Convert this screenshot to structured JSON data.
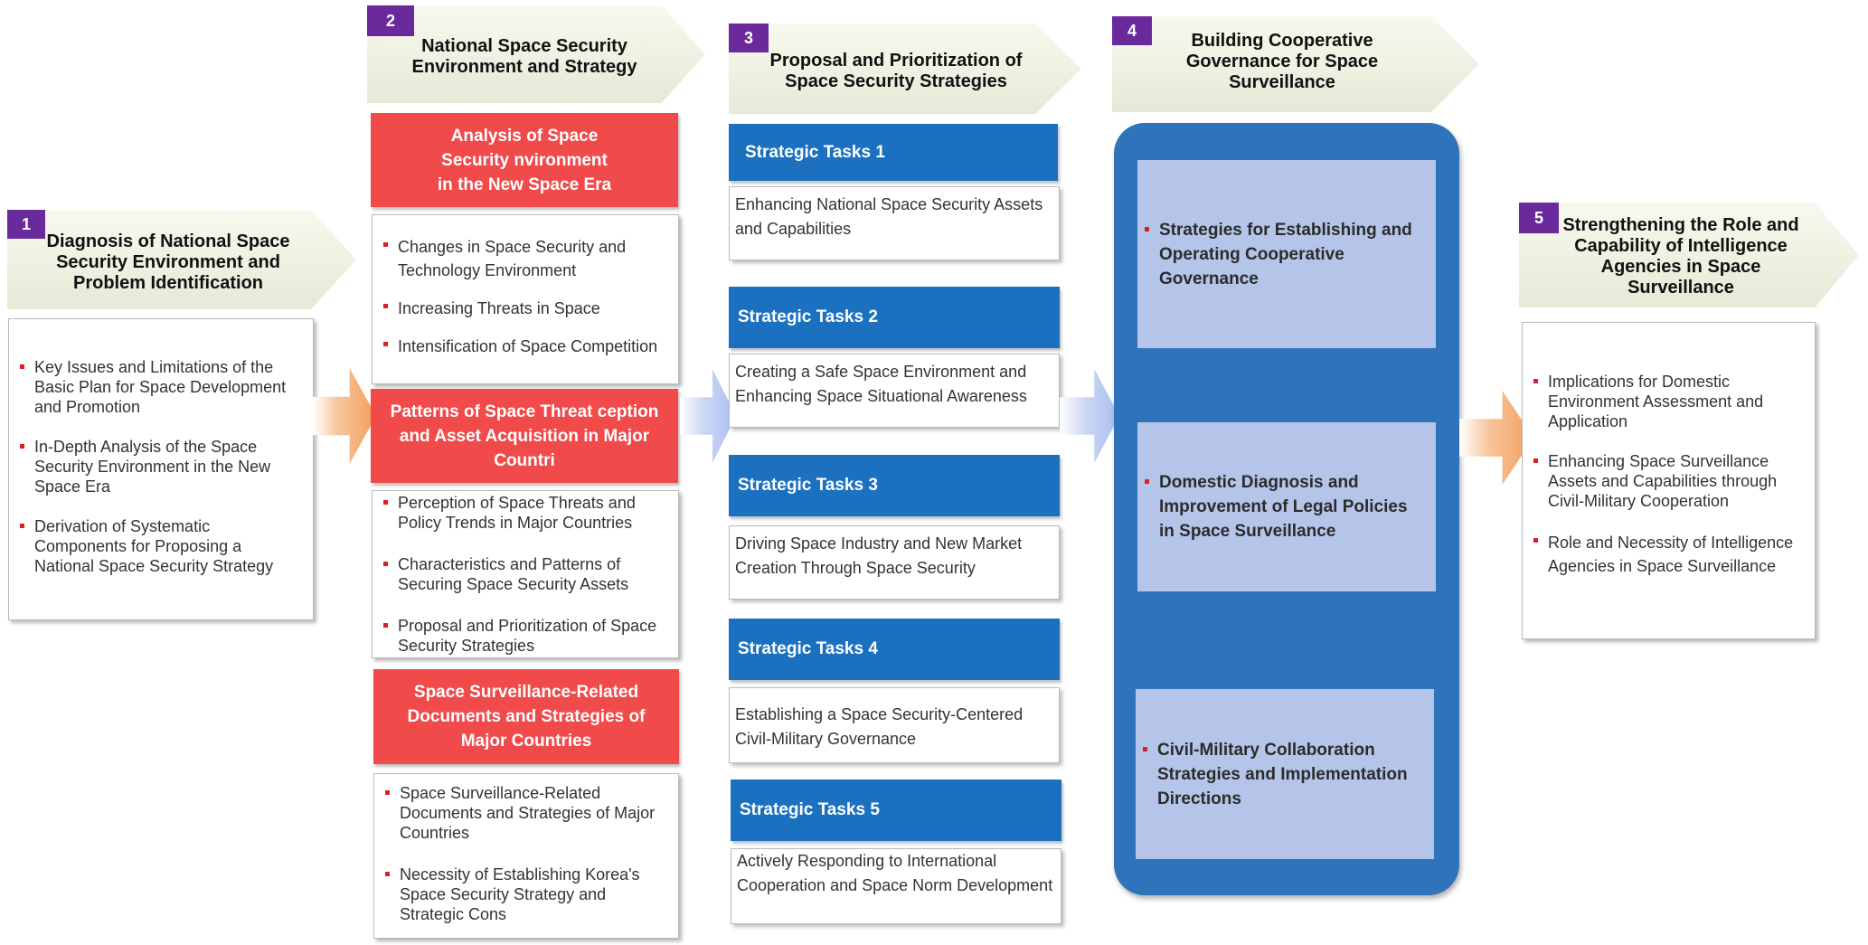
{
  "steps": [
    {
      "num": "1",
      "title": "Diagnosis of National Space Security Environment and Problem Identification"
    },
    {
      "num": "2",
      "title": "National Space Security Environment and Strategy"
    },
    {
      "num": "3",
      "title": "Proposal and Prioritization of Space Security Strategies"
    },
    {
      "num": "4",
      "title": "Building Cooperative Governance for Space Surveillance"
    },
    {
      "num": "5",
      "title": "Strengthening the Role and Capability of Intelligence Agencies in Space Surveillance"
    }
  ],
  "col1": {
    "items": [
      "Key Issues and Limitations of the Basic Plan for Space Development and Promotion",
      "In-Depth Analysis of the Space Security Environment in the New Space Era",
      "Derivation of Systematic Components for Proposing a National Space Security Strategy"
    ]
  },
  "col2": {
    "sections": [
      {
        "header": "Analysis of Space Security nvironment in the New Space Era",
        "items": [
          "Changes in Space Security and Technology Environment",
          "Increasing Threats in Space",
          "Intensification of  Space Competition"
        ]
      },
      {
        "header": "Patterns of Space Threat ception and Asset Acquisition in Major Countri",
        "items": [
          "Perception of Space Threats and Policy Trends in Major Countries",
          "Characteristics and Patterns of Securing Space Security Assets",
          "Proposal and Prioritization of Space Security Strategies"
        ]
      },
      {
        "header": "Space Surveillance-Related Documents and Strategies of Major Countries",
        "items": [
          "Space Surveillance-Related Documents and Strategies of Major Countries",
          "Necessity of Establishing Korea's Space Security Strategy and Strategic Cons"
        ]
      }
    ]
  },
  "col3": {
    "tasks": [
      {
        "label": "Strategic Tasks 1",
        "desc": "Enhancing National Space Security Assets and Capabilities"
      },
      {
        "label": "Strategic Tasks 2",
        "desc": "Creating a Safe Space Environment and Enhancing Space Situational Awareness"
      },
      {
        "label": "Strategic Tasks 3",
        "desc": "Driving Space Industry and New Market Creation Through Space Security"
      },
      {
        "label": "Strategic Tasks 4",
        "desc": "Establishing a Space Security-Centered Civil-Military Governance"
      },
      {
        "label": "Strategic Tasks 5",
        "desc": "Actively Responding to International Cooperation and Space Norm Development"
      }
    ]
  },
  "col4": {
    "items": [
      "Strategies for Establishing and Operating Cooperative Governance",
      "Domestic Diagnosis and Improvement of Legal Policies in Space Surveillance",
      "Civil-Military Collaboration Strategies and Implementation Directions"
    ]
  },
  "col5": {
    "items": [
      "Implications for Domestic Environment Assessment and Application",
      "Enhancing Space Surveillance Assets and Capabilities through Civil-Military Cooperation",
      "Role and Necessity of Intelligence Agencies in Space Surveillance"
    ]
  },
  "colors": {
    "step_badge": "#6a2a9b",
    "red_header": "#f04a4a",
    "task_header": "#1b71c0",
    "panel": "#2f73ba",
    "panel_card": "#b5c5ea",
    "bullet": "#d9202a"
  }
}
